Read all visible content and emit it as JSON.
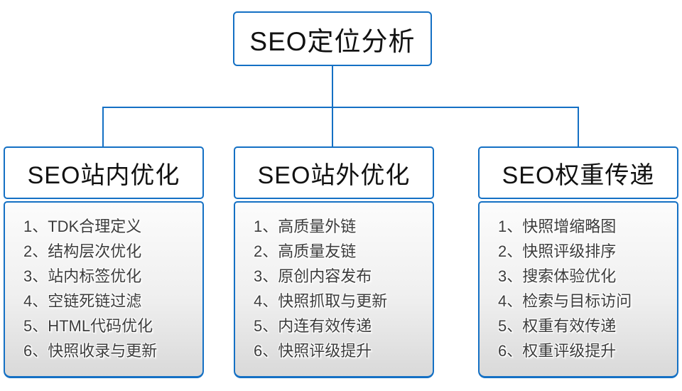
{
  "diagram": {
    "root": {
      "title": "SEO定位分析"
    },
    "branches": [
      {
        "title": "SEO站内优化",
        "items": [
          "1、TDK合理定义",
          "2、结构层次优化",
          "3、站内标签优化",
          "4、空链死链过滤",
          "5、HTML代码优化",
          "6、快照收录与更新"
        ]
      },
      {
        "title": "SEO站外优化",
        "items": [
          "1、高质量外链",
          "2、高质量友链",
          "3、原创内容发布",
          "4、快照抓取与更新",
          "5、内连有效传递",
          "6、快照评级提升"
        ]
      },
      {
        "title": "SEO权重传递",
        "items": [
          "1、快照增缩略图",
          "2、快照评级排序",
          "3、搜索体验优化",
          "4、检索与目标访问",
          "5、权重有效传递",
          "6、权重评级提升"
        ]
      }
    ],
    "colors": {
      "connector_blue": "#1470C4",
      "title_text": "#111111",
      "list_text": "#3c3c3c",
      "list_bg_top": "#fcfcfc",
      "list_bg_bottom": "#d9d9d9"
    }
  }
}
